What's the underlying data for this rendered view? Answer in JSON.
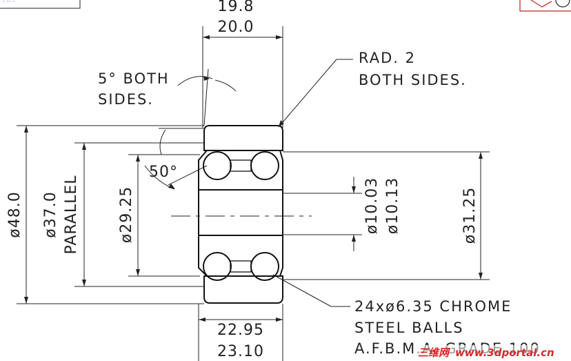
{
  "dimensions": {
    "width_max": "19.8",
    "width_min": "20.0",
    "taper_angle": "5° BOTH",
    "taper_sides": "SIDES.",
    "radius_line1": "RAD. 2",
    "radius_line2": "BOTH SIDES.",
    "contact_angle": "50°",
    "outer_diameter": "ø48.0",
    "raceway_diameter": "ø37.0",
    "parallel_label": "PARALLEL",
    "inner_diameter": "ø29.25",
    "bore_min": "ø10.03",
    "bore_max": "ø10.13",
    "inner_ring_diameter": "ø31.25",
    "overall_width_min": "22.95",
    "overall_width_max": "23.10"
  },
  "balls_note": {
    "line1": "24xø6.35 CHROME",
    "line2": "STEEL BALLS",
    "line3": "A.F.B.M.A. GRADE 100"
  },
  "watermark": {
    "cn_text": "三维网",
    "url_text": "www.3dportal.cn",
    "colors": {
      "cn": "#e02020",
      "url": "#d42a2a"
    }
  },
  "colors": {
    "ink": "#111111",
    "background": "#ffffff",
    "frame": "#3a5fa8",
    "stamp": "#c03030"
  }
}
